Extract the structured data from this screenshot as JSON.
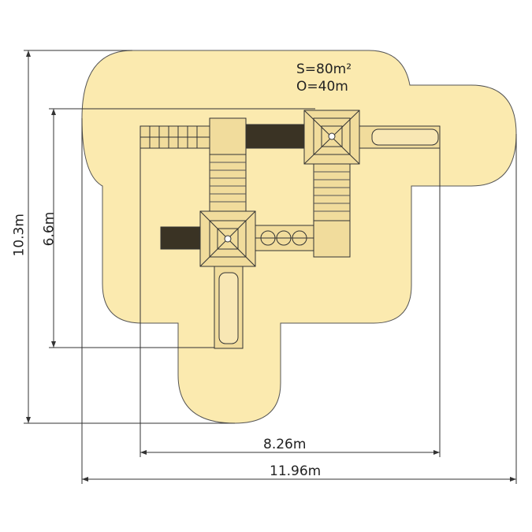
{
  "area": {
    "surface": "S=80m²",
    "perimeter": "O=40m"
  },
  "dimensions": {
    "total_height": "10.3m",
    "inner_height": "6.6m",
    "inner_width": "8.26m",
    "total_width": "11.96m"
  },
  "colors": {
    "safety_zone": "#fbeaaf",
    "equipment": "#f1dc9c",
    "line": "#333333"
  }
}
